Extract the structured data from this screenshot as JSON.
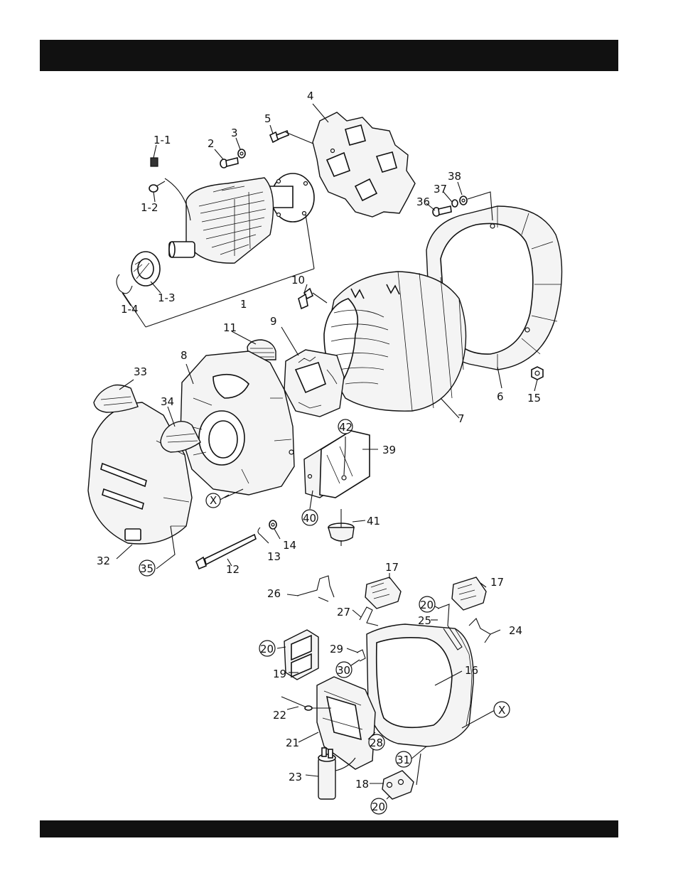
{
  "header_bar": {
    "color": "#111111"
  },
  "footer_bar": {
    "color": "#111111"
  },
  "labels": {
    "l1_1": "1-1",
    "l1_2": "1-2",
    "l1_3": "1-3",
    "l1_4": "1-4",
    "l1": "1",
    "l2": "2",
    "l3": "3",
    "l4": "4",
    "l5": "5",
    "l6": "6",
    "l7": "7",
    "l8": "8",
    "l9": "9",
    "l10": "10",
    "l11": "11",
    "l12": "12",
    "l13": "13",
    "l14": "14",
    "l15": "15",
    "l16": "16",
    "l17a": "17",
    "l17b": "17",
    "l18": "18",
    "l19": "19",
    "l20a": "20",
    "l20b": "20",
    "l20c": "20",
    "l21": "21",
    "l22": "22",
    "l23": "23",
    "l24": "24",
    "l25": "25",
    "l26": "26",
    "l27": "27",
    "l28": "28",
    "l29": "29",
    "l30": "30",
    "l31": "31",
    "l32": "32",
    "l33": "33",
    "l34": "34",
    "l35": "35",
    "l36": "36",
    "l37": "37",
    "l38": "38",
    "l39": "39",
    "l40": "40",
    "l41": "41",
    "l42": "42",
    "lxa": "X",
    "lxb": "X"
  }
}
